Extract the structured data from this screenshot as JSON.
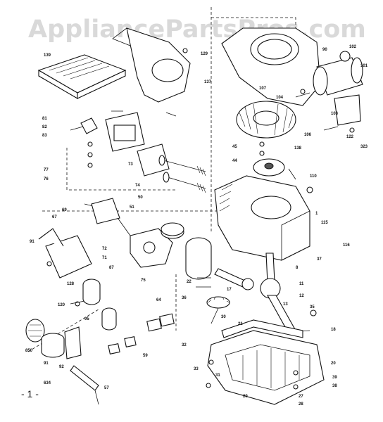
{
  "watermark": "AppliancePartsPros.com",
  "footer_mark": "- 1 -",
  "labels": [
    {
      "id": "139",
      "text": "139"
    },
    {
      "id": "129",
      "text": "129"
    },
    {
      "id": "137",
      "text": "137"
    },
    {
      "id": "90a",
      "text": "90"
    },
    {
      "id": "102",
      "text": "102"
    },
    {
      "id": "101",
      "text": "101"
    },
    {
      "id": "103",
      "text": "103"
    },
    {
      "id": "122",
      "text": "122"
    },
    {
      "id": "323",
      "text": "323"
    },
    {
      "id": "107",
      "text": "107"
    },
    {
      "id": "104",
      "text": "104"
    },
    {
      "id": "106",
      "text": "106"
    },
    {
      "id": "45",
      "text": "45"
    },
    {
      "id": "44",
      "text": "44"
    },
    {
      "id": "138",
      "text": "138"
    },
    {
      "id": "110",
      "text": "110"
    },
    {
      "id": "1",
      "text": "1"
    },
    {
      "id": "115",
      "text": "115"
    },
    {
      "id": "116",
      "text": "116"
    },
    {
      "id": "37",
      "text": "37"
    },
    {
      "id": "8",
      "text": "8"
    },
    {
      "id": "81",
      "text": "81"
    },
    {
      "id": "82",
      "text": "82"
    },
    {
      "id": "83",
      "text": "83"
    },
    {
      "id": "77",
      "text": "77"
    },
    {
      "id": "76",
      "text": "76"
    },
    {
      "id": "73",
      "text": "73"
    },
    {
      "id": "74",
      "text": "74"
    },
    {
      "id": "50",
      "text": "50"
    },
    {
      "id": "51",
      "text": "51"
    },
    {
      "id": "69",
      "text": "69"
    },
    {
      "id": "67",
      "text": "67"
    },
    {
      "id": "91a",
      "text": "91"
    },
    {
      "id": "72",
      "text": "72"
    },
    {
      "id": "71",
      "text": "71"
    },
    {
      "id": "87",
      "text": "87"
    },
    {
      "id": "128",
      "text": "128"
    },
    {
      "id": "120",
      "text": "120"
    },
    {
      "id": "75",
      "text": "75"
    },
    {
      "id": "64",
      "text": "64"
    },
    {
      "id": "11",
      "text": "11"
    },
    {
      "id": "17",
      "text": "17"
    },
    {
      "id": "22",
      "text": "22"
    },
    {
      "id": "13",
      "text": "13"
    },
    {
      "id": "12",
      "text": "12"
    },
    {
      "id": "35",
      "text": "35"
    },
    {
      "id": "30",
      "text": "30"
    },
    {
      "id": "32",
      "text": "32"
    },
    {
      "id": "850",
      "text": "850"
    },
    {
      "id": "91b",
      "text": "91"
    },
    {
      "id": "92",
      "text": "92"
    },
    {
      "id": "634",
      "text": "634"
    },
    {
      "id": "57",
      "text": "57"
    },
    {
      "id": "39",
      "text": "39"
    },
    {
      "id": "38",
      "text": "38"
    },
    {
      "id": "29",
      "text": "29"
    },
    {
      "id": "27",
      "text": "27"
    },
    {
      "id": "28",
      "text": "28"
    },
    {
      "id": "20",
      "text": "20"
    },
    {
      "id": "18",
      "text": "18"
    },
    {
      "id": "21",
      "text": "21"
    },
    {
      "id": "95",
      "text": "95"
    },
    {
      "id": "36",
      "text": "36"
    },
    {
      "id": "59",
      "text": "59"
    },
    {
      "id": "33",
      "text": "33"
    },
    {
      "id": "31",
      "text": "31"
    }
  ]
}
